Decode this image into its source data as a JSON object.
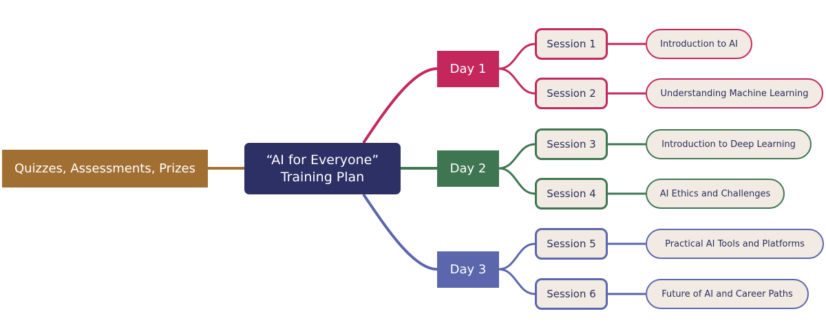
{
  "colors": {
    "center": "#2c3065",
    "side": "#a26f33",
    "day1": "#c4275c",
    "day2": "#3f7652",
    "day3": "#5b66ad",
    "node_fill": "#f1ebe3"
  },
  "center": {
    "line1": "“AI for Everyone”",
    "line2": "Training Plan"
  },
  "side_node": {
    "label": "Quizzes, Assessments, Prizes"
  },
  "days": [
    {
      "label": "Day 1",
      "color": "#c4275c",
      "sessions": [
        {
          "label": "Session 1",
          "topic": "Introduction to AI"
        },
        {
          "label": "Session 2",
          "topic": "Understanding Machine Learning"
        }
      ]
    },
    {
      "label": "Day 2",
      "color": "#3f7652",
      "sessions": [
        {
          "label": "Session 3",
          "topic": "Introduction to Deep Learning"
        },
        {
          "label": "Session 4",
          "topic": "AI Ethics and Challenges"
        }
      ]
    },
    {
      "label": "Day 3",
      "color": "#5b66ad",
      "sessions": [
        {
          "label": "Session 5",
          "topic": "Practical AI Tools and Platforms"
        },
        {
          "label": "Session 6",
          "topic": "Future of AI and Career Paths"
        }
      ]
    }
  ]
}
